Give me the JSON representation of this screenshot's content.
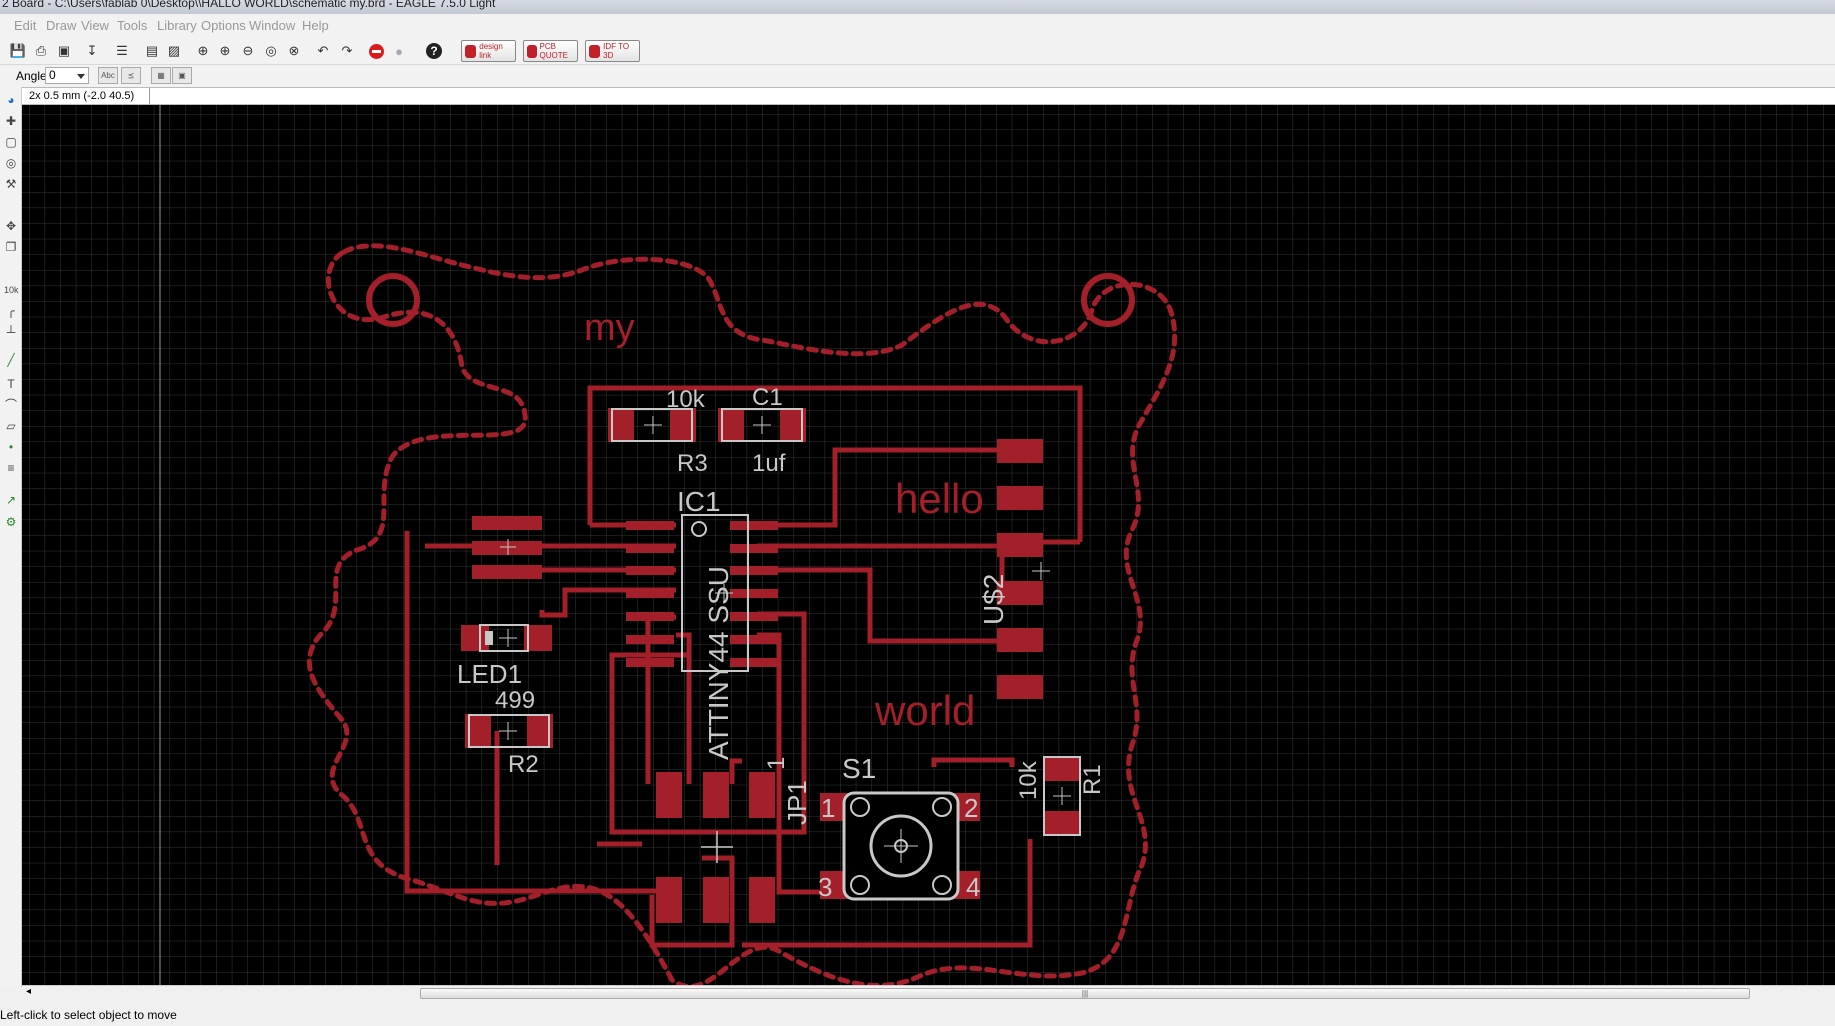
{
  "window": {
    "title": "2 Board - C:\\Users\\fablab 0\\Desktop\\\\HALLO WORLD\\schematic my.brd - EAGLE 7.5.0 Light"
  },
  "menu": [
    "Edit",
    "Draw",
    "View",
    "Tools",
    "Library",
    "Options",
    "Window",
    "Help"
  ],
  "toolbar": {
    "icons": [
      "save-icon",
      "print-icon",
      "camera-icon",
      "run-ulp-icon",
      "layer-icon",
      "zoom-fit-icon",
      "zoom-in-icon",
      "zoom-out-icon",
      "zoom-redraw-icon",
      "zoom-select-icon",
      "undo-icon",
      "redo-icon",
      "stop-icon",
      "go-icon",
      "help-icon"
    ],
    "brand_buttons": [
      {
        "name": "design-link-button",
        "label": "design link"
      },
      {
        "name": "pcb-quote-button",
        "label": "PCB QUOTE"
      },
      {
        "name": "idf-to-3d-button",
        "label": "IDF TO 3D"
      }
    ]
  },
  "params": {
    "angle_label": "Angle:",
    "angle_value": "0"
  },
  "command": {
    "coordinates": "2x 0.5 mm (-2.0 40.5)"
  },
  "status": {
    "message": "Left-click to select object to move"
  },
  "board": {
    "colors": {
      "copper": "#a31f2a",
      "outline": "#c8c8c8",
      "background": "#000000",
      "grid": "#3a3a3a"
    },
    "texts": {
      "my": "my",
      "hello": "hello",
      "world": "world",
      "r3_value": "10k",
      "r3_name": "R3",
      "c1_name": "C1",
      "c1_value": "1uf",
      "ic1_name": "IC1",
      "ic1_value": "ATTINY44 SSU",
      "us2_name": "U$2",
      "led1_name": "LED1",
      "r2_value": "499",
      "r2_name": "R2",
      "s1_name": "S1",
      "jp1_name": "JP1",
      "jp1_pin": "1",
      "r1_value": "10k",
      "r1_name": "R1",
      "s1_pin1": "1",
      "s1_pin2": "2",
      "s1_pin3": "3",
      "s1_pin4": "4"
    }
  }
}
